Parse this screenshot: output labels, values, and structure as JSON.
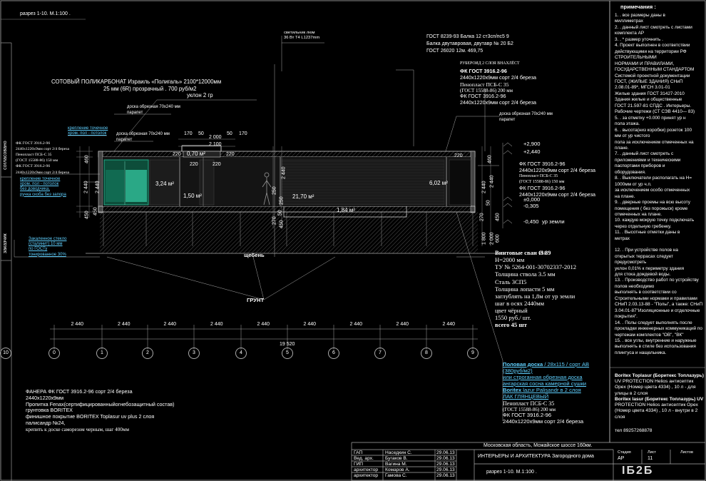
{
  "sheet": {
    "section_label": "разрез 1-10.    М.1:100 .",
    "notes_title": "примечания :",
    "side_tab_top": "согласовано",
    "side_tab_bottom": "заказчик"
  },
  "notes": [
    "1. . все размеры даны в",
    "миллиметрах",
    "2. . данный лист смотреть с листами",
    "комплекта АР",
    "3. . * размер уточнить .",
    "4. Проект выполнен в соответствии",
    "действующими на территории РФ",
    "СТРОИТЕЛЬНЫМИ",
    "НОРМАМИ И ПРАВИЛАМИ,",
    "ГОСУДАРСТВЕННЫМ СТАНДАРТОМ",
    "Системой проектной документации",
    "ГОСТ, (ЖИЛЫЕ ЗДАНИЯ) СНиП",
    "2.08.01-89*, МГСН 3.01-01",
    "Жилые здания ГОСТ 31427-2010",
    "Здания жилые и общественные",
    "ГОСТ 21.597-81 СПДС . Интерьеры.",
    "Рабочие чертежи (СТ СЭВ 4410— 83)",
    "5. . за отметку +0.000 принят ур н",
    "пола этажа.",
    "6. . высота(низ коробки) розеток 100",
    "мм от ур чистого",
    "пола за исключением отмеченных на",
    "плане.",
    "7. . данный лист смотреть с",
    "приложениями и техническими",
    "паспортами приборов и",
    "оборудования.",
    "8. . Выключатели располагать на Н=",
    "1000мм от ур ч.п.",
    "за исключением особо отмеченных",
    "на плане.",
    "9. . дверные проемы на всю высоту",
    "помещения ( без порожыск) кроме",
    "отмеченных на плане.",
    "10. каждую мокрую точку подключать",
    "через отдельную гребенку.",
    "11. . Высотные отметки даны в",
    "метрах",
    "",
    "12. . При устройстве полов на",
    "открытых террасах следует",
    "предусмотреть",
    "уклон 0,01% к периметру здания",
    "для стока дождевой воды.",
    "13. . Производство работ по устройству",
    "полов необходимо",
    "выполнять в соответствии со",
    "Строительными нормами и правилами",
    "СНиП 2.03.13-88 - \"Полы\", а также: СНиП",
    "3.04.01-87\"Изоляционные и отделочные",
    "покрытия\".",
    "14. . Полы следует выполнять после",
    "прокладки инженерных коммуникаций по",
    "чертежам комплектов \"ОВ\", \"ВК\"",
    "15. . все углы, внутренние и наружные",
    "выполнять в стиле без использования",
    "плинтуса и нащельника."
  ],
  "boritex": [
    "Boritex Toplasur (Боритекс Топлазурь)",
    "UV PROTECTION Helios антисептик",
    "Opex (Номер цвета 4334) , 10 л - для",
    "улицы в 2 слоя",
    "Boritex lasur (Боритекс Топлазурь) UV",
    "PROTECTION Helios антисептик Opex",
    "(Номер цвета 4334) , 10 л - внутри в 2",
    "слоя"
  ],
  "phone": "тел 89257268878",
  "top_labels": {
    "lamp1": "светильник люм",
    "lamp2": "36 Вт Т4 L1237mm",
    "gost1": "ГОСТ 8239-93  Балка 12 ст3сп/пс5 9",
    "gost2": "Балка двутавровая, двутавр № 20 Б2",
    "gost3": "ГОСТ 26020 12м. 469,75",
    "poly1": "СОТОВЫЙ ПОЛИКАРБОНАТ Израиль «Полигаль» 2100*12000мм",
    "poly2": "25 мм (6R) прозрачный . 700 руб/м2",
    "slope": "уклон 2 гр",
    "plank1a": "доска обрезная  70х240  мм",
    "plank1b": "парапет",
    "plank2a": "доска обрезная  70х240  мм",
    "plank2b": "парапет",
    "plank3a": "доска обрезная  70х240  мм",
    "plank3b": "парапет",
    "ruberoid": "РУБЕРОИД 2 СЛОЯ ВНАХЛЁСТ",
    "r_fk1": "ФК  ГОСТ 3916.2-96",
    "r_fk2": "2440х1220х9мм сорт 2/4 береза",
    "r_pen1": "Пеноплаcт ПСБ-С 35",
    "r_pen2": "(ГОСТ 15588-86) 200 мм",
    "r_fk3": "ФК  ГОСТ 3916.2-96",
    "r_fk4": "2440х1220х9мм сорт 2/4 береза",
    "left_mount1": "крепление точечное",
    "left_mount2": "хром. пол - потолок",
    "lw1": "ФК  ГОСТ 3916.2-96",
    "lw2": "2440х1220х9мм сорт 2/4 береза",
    "lw3": "Пеноплаcт ПСБ-С 35",
    "lw4": "(ГОСТ 15588-86) 150 мм",
    "lw5": "ФК  ГОСТ 3916.2-96",
    "lw6": "2440х1220х9мм сорт 2/4 береза",
    "lm1": "крепление точечное",
    "lm2": "хром. пол - потолок",
    "lm3": "без доводчика,",
    "lm4": "ручка скоба без запора",
    "glass1": "Закаленное стекло",
    "glass2": "(сталинит) 10 мм",
    "glass3": "по ГОСТу",
    "glass4": "тонированное 30%"
  },
  "right_wall": {
    "w1": "ФК  ГОСТ 3916.2-96",
    "w2": "2440х1220х9мм сорт 2/4 береза",
    "w3": "Пеноплаcт ПСБ-С 35",
    "w4": "(ГОСТ 15588-86) 150 мм",
    "w5": "ФК  ГОСТ 3916.2-96",
    "w6": "2440х1220х9мм сорт 2/4 береза",
    "e1": "+2,900",
    "e2": "+2,440",
    "e3": "±0,000",
    "e4": "-0,305",
    "e5": "-0,450",
    "ground": "ур земли"
  },
  "rooms": {
    "a1": "3,24 м²",
    "a2": "1,50 м²",
    "a3": "0,70 м²",
    "a4": "21,70 м²",
    "a5": "1,84 м²",
    "a6": "6,02 м²"
  },
  "dims_top": {
    "d1": "170",
    "d2": "50",
    "d3": "50",
    "d4": "170",
    "d5": "2 000",
    "d6": "2 100",
    "d7": "220",
    "d8": "220",
    "d9": "220",
    "d10": "220",
    "d11": "220"
  },
  "dims_left": {
    "v1": "460",
    "v2": "2 440",
    "v3": "450",
    "v4": "2 440",
    "v5": "450"
  },
  "dims_mid": {
    "m1": "250",
    "m2": "250",
    "m3": "2 440",
    "m4": "270",
    "m5": "50",
    "m6": "450",
    "m7": "2 440",
    "m8": "50",
    "m9": "1 800",
    "m10": "2 000",
    "m11": "270",
    "m12": "460",
    "m13": "2 440",
    "m14": "450",
    "m15": "600"
  },
  "labels_below": {
    "gravel": "щебень",
    "soil": "ГРУНТ"
  },
  "screw": {
    "s1": "Винтовые сваи Ø 89",
    "s2": "Н=2000 мм",
    "s3": "ТУ № 5264-001-30702337-2012",
    "s4": "Толщина ствола 3.5 мм",
    "s5": "Сталь 3СП5",
    "s6": "Толщина лопасти 5 мм",
    "s7": "заглублять на 1,8м от ур земли",
    "s8": "шаг в осях 2440мм",
    "s9": "цвет чёрный",
    "s10": "1550 руб./ шт.",
    "s11": "всего 45 шт",
    "s12": "250"
  },
  "axis_dims": {
    "span": "2 440",
    "total": "19 520"
  },
  "axes": [
    "0",
    "1",
    "2",
    "3",
    "4",
    "5",
    "6",
    "7",
    "8",
    "9",
    "10"
  ],
  "floor": {
    "f1": "Половая доска",
    "f1b": " / 28x115 / сорт АВ",
    "f2": "(380руб/м2)",
    "f3": "или строганная обрезная доска",
    "f4": "ангарская сосна камерной сушки",
    "f5": "Boritex",
    "f5b": " lazur Palisandr  в 2 слоя",
    "f6": "ЛАК ГЛЯНЦЕВЫЙ",
    "f7": "Пеноплаcт ПСБ-С 35",
    "f8": "(ГОСТ 15588-86) 200 мм",
    "f9": "ФК  ГОСТ 3916.2-96",
    "f10": "2440х1220х9мм  сорт 2/4 береза"
  },
  "plywood": {
    "p1": "ФАНЕРА     ФК  ГОСТ 3916.2-96   сорт 2/4 береза",
    "p2": "2440х1220х9мм",
    "p3": "Пропитка Fenax(сертифицированныйогнебозащитный состав)",
    "p4": "грунтовка BORITEX",
    "p5": "финишное покрытие BORITEX Toplasur uv plus 2 слоя",
    "p6": "палисандр №24,",
    "p7": "крепить к доске  саморезом черным, шаг 400мм"
  },
  "title_block": {
    "address": "Московская область, Можайское шоссе 160км.",
    "project": "ИНТЕРЬЕРЫ И АРХИТЕКТУРА Загородного дома",
    "sheet_name": "разрез 1-10.    М.1:100 .",
    "roles": [
      "ГАП",
      "Вед. арх.",
      "ГИП",
      "архитектор",
      "архитектор"
    ],
    "names": [
      "Наседкин С.",
      "Бугаков В.",
      "Вагина М.",
      "Комаров А.",
      "Гамова С."
    ],
    "dates": [
      "29.06.13",
      "29.06.13",
      "29.06.13",
      "29.06.13",
      "29.06.13"
    ],
    "stage_h": "Стадия",
    "sheet_h": "Лист",
    "sheets_h": "Листов",
    "stage": "АР",
    "sheet": "11",
    "logo": "IБ2Б"
  }
}
